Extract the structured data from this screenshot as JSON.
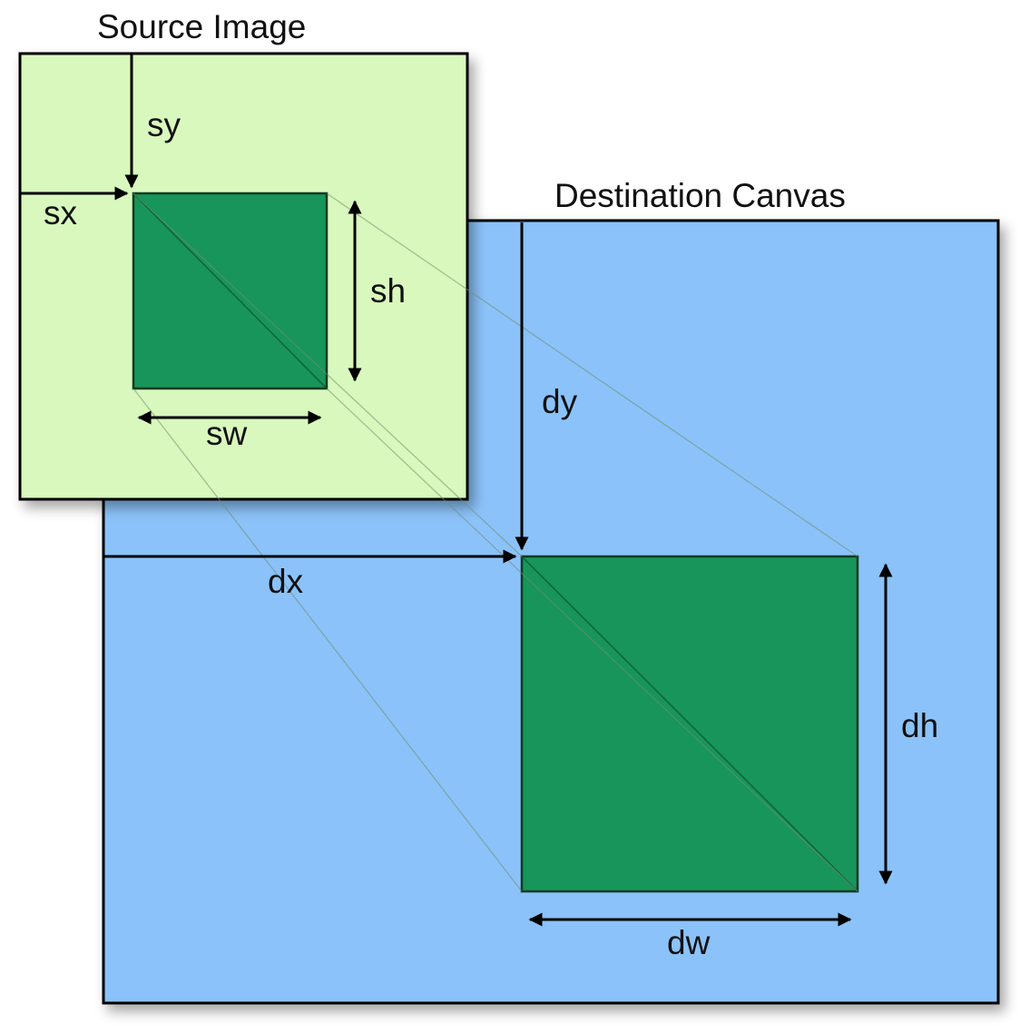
{
  "source": {
    "title": "Source Image"
  },
  "destination": {
    "title": "Destination Canvas"
  },
  "params": {
    "sx": "sx",
    "sy": "sy",
    "sw": "sw",
    "sh": "sh",
    "dx": "dx",
    "dy": "dy",
    "dw": "dw",
    "dh": "dh"
  },
  "colors": {
    "source_fill": "#d8f8bd",
    "destination_fill": "#8bc2f9",
    "region_fill": "#18955a",
    "region_stroke": "#0a3a20",
    "stroke": "#000000"
  }
}
